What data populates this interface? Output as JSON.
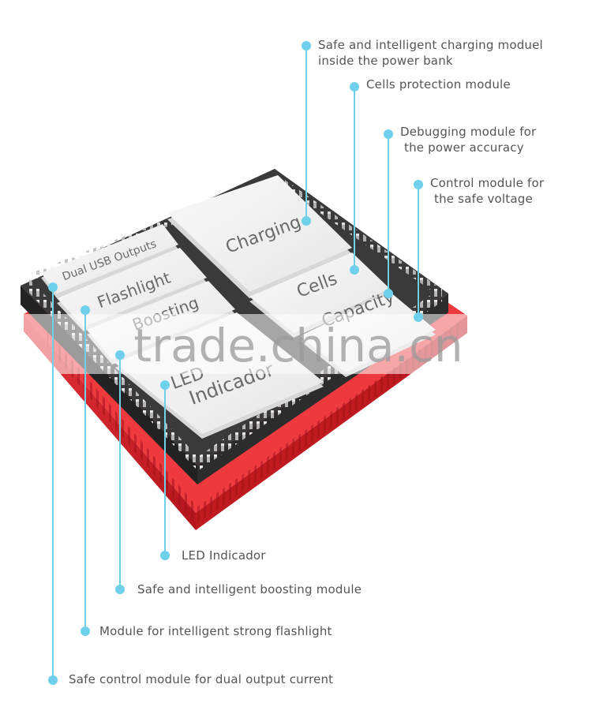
{
  "diagram": {
    "modules": {
      "charging": "Charging",
      "cells": "Cells",
      "capacity": "Capacity",
      "dual_usb": "Dual USB Outputs",
      "flashlight": "Flashlight",
      "boosting": "Boosting",
      "led_line1": "LED",
      "led_line2": "Indicador"
    },
    "callouts_top": {
      "charging_l1": "Safe and intelligent charging moduel",
      "charging_l2": "inside the power bank",
      "cells": "Cells protection module",
      "debug_l1": "Debugging module for",
      "debug_l2": "the power accuracy",
      "control_l1": "Control module for",
      "control_l2": "the safe voltage"
    },
    "callouts_bottom": {
      "led": "LED Indicador",
      "boost": "Safe and intelligent boosting module",
      "flash": "Module for intelligent strong flashlight",
      "dual": "Safe control module for dual output current"
    },
    "watermark": "trade.china.cn",
    "colors": {
      "accent": "#6fd0ec",
      "label": "#555555",
      "board_red": "#d9232b",
      "board_dark": "#2c2c2c",
      "module_white": "#f3f3f3"
    }
  }
}
